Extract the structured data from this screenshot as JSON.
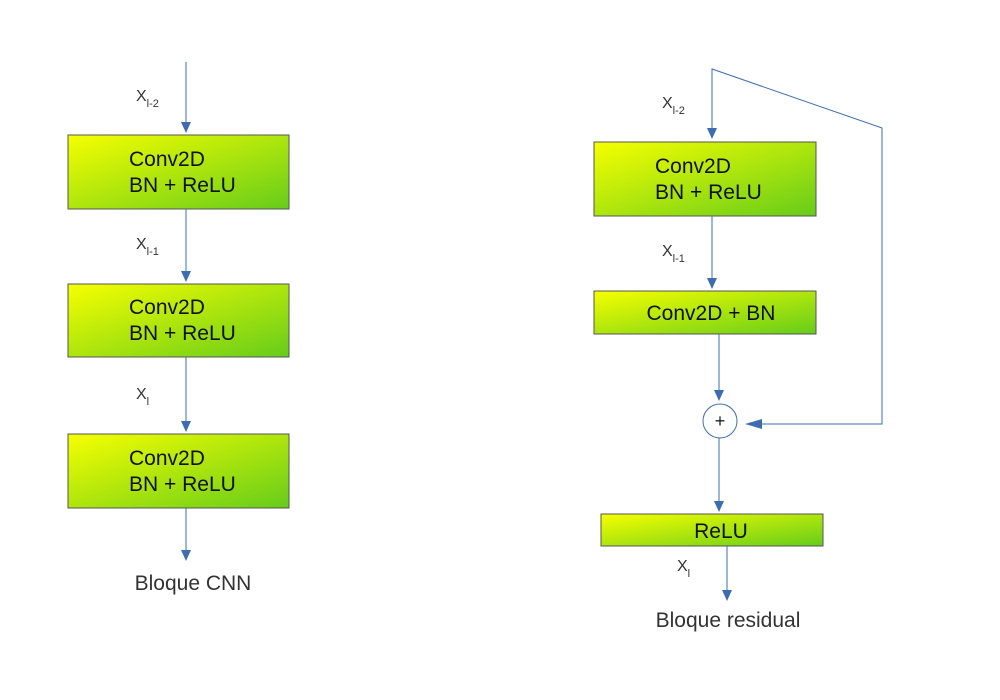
{
  "cnn_block": {
    "caption": "Bloque CNN",
    "inputs": [
      {
        "base": "X",
        "sub": "l-2"
      },
      {
        "base": "X",
        "sub": "l-1"
      },
      {
        "base": "X",
        "sub": "l"
      }
    ],
    "boxes": [
      {
        "line1": "Conv2D",
        "line2": "BN + ReLU"
      },
      {
        "line1": "Conv2D",
        "line2": "BN + ReLU"
      },
      {
        "line1": "Conv2D",
        "line2": "BN + ReLU"
      }
    ]
  },
  "residual_block": {
    "caption": "Bloque residual",
    "inputs": [
      {
        "base": "X",
        "sub": "l-2"
      },
      {
        "base": "X",
        "sub": "l-1"
      },
      {
        "base": "X",
        "sub": "l"
      }
    ],
    "box1": {
      "line1": "Conv2D",
      "line2": "BN + ReLU"
    },
    "box2": {
      "label": "Conv2D + BN"
    },
    "sum_symbol": "+",
    "box3": {
      "label": "ReLU"
    }
  },
  "colors": {
    "box_gradient_start": "#f6ff00",
    "box_gradient_end": "#66cc1a",
    "arrow": "#3d6db0"
  }
}
